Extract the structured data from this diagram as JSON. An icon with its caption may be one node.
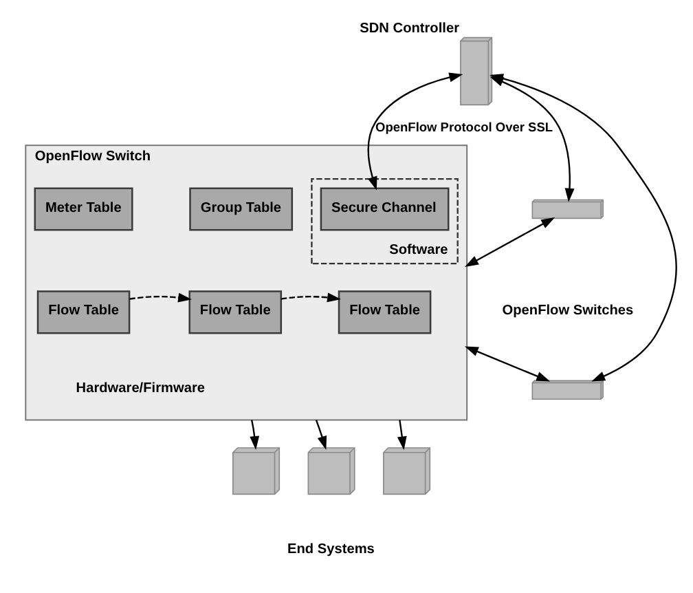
{
  "diagram": {
    "nodes": [
      {
        "text": [],
        "shape": "picture",
        "beside": [
          "SDN Controller"
        ]
      },
      {
        "text": [
          "OpenFlow Switch"
        ]
      },
      {
        "text": [
          "Meter Table"
        ],
        "in": 1
      },
      {
        "text": [
          "Group Table"
        ],
        "in": 1
      },
      {
        "text": [
          "Software"
        ],
        "in": 1
      },
      {
        "text": [
          "Secure Channel"
        ],
        "in": 4
      },
      {
        "text": [
          "Flow Table"
        ],
        "in": 1
      },
      {
        "text": [
          "Flow Table"
        ],
        "in": 1
      },
      {
        "text": [
          "Flow Table"
        ],
        "in": 1
      },
      {
        "text": [],
        "shape": "picture"
      },
      {
        "text": [],
        "shape": "picture"
      },
      {
        "text": [],
        "shape": "picture"
      },
      {
        "text": [],
        "shape": "picture"
      },
      {
        "text": [],
        "shape": "picture"
      }
    ],
    "edges": [
      {
        "from": 0,
        "to": 5,
        "arrow": "both",
        "label": "OpenFlow Protocol Over SSL"
      },
      {
        "from": 0,
        "to": 9,
        "arrow": "both"
      },
      {
        "from": 0,
        "to": 10,
        "arrow": "both"
      },
      {
        "from": 9,
        "to": 1,
        "arrow": "both"
      },
      {
        "from": 1,
        "to": 10,
        "arrow": "both"
      },
      {
        "from": 6,
        "to": 7,
        "arrow": "to",
        "style": "dashed"
      },
      {
        "from": 7,
        "to": 8,
        "arrow": "to",
        "style": "dashed"
      },
      {
        "from": 1,
        "to": 11,
        "arrow": "to"
      },
      {
        "from": 1,
        "to": 12,
        "arrow": "to"
      },
      {
        "from": 1,
        "to": 13,
        "arrow": "to"
      }
    ],
    "labels": [
      "OpenFlow Switches",
      "Hardware/Firmware",
      "End Systems"
    ]
  }
}
